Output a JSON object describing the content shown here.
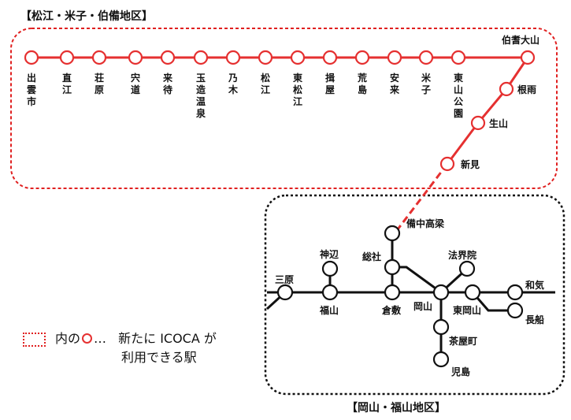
{
  "regions": {
    "matsue": {
      "title": "【松江・米子・伯備地区】"
    },
    "okayama": {
      "title": "【岡山・福山地区】"
    }
  },
  "legend": {
    "prefix": "内の",
    "ellipsis": "…",
    "line1_suffix": "新たに ICOCA が",
    "line2": "利用できる駅"
  },
  "colors": {
    "new_ic_area": "#e53030",
    "existing": "#111111"
  },
  "stations_red_top": [
    "出雲市",
    "直江",
    "荘原",
    "宍道",
    "来待",
    "玉造温泉",
    "乃木",
    "松江",
    "東松江",
    "揖屋",
    "荒島",
    "安来",
    "米子",
    "東山公園"
  ],
  "stations_red_branch": [
    "伯耆大山",
    "根雨",
    "生山",
    "新見"
  ],
  "stations_black": [
    "備中高梁",
    "総社",
    "法界院",
    "神辺",
    "三原",
    "福山",
    "倉敷",
    "岡山",
    "東岡山",
    "和気",
    "長船",
    "茶屋町",
    "児島"
  ]
}
